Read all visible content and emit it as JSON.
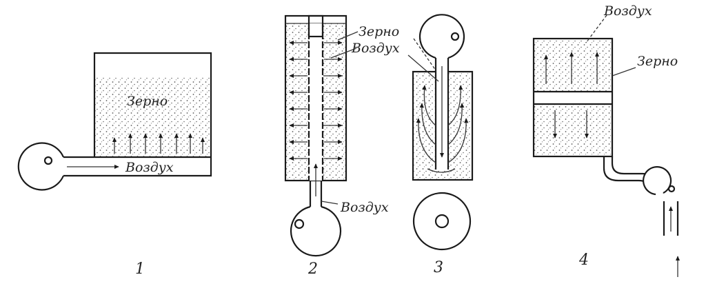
{
  "figures": [
    {
      "number": "1",
      "labels": {
        "grain": "Зерно",
        "air": "Воздух"
      }
    },
    {
      "number": "2",
      "labels": {
        "grain": "Зерно",
        "air_top": "Воздух",
        "air_bottom": "Воздух"
      }
    },
    {
      "number": "3",
      "labels": {}
    },
    {
      "number": "4",
      "labels": {
        "air": "Воздух",
        "grain": "Зерно"
      }
    }
  ]
}
